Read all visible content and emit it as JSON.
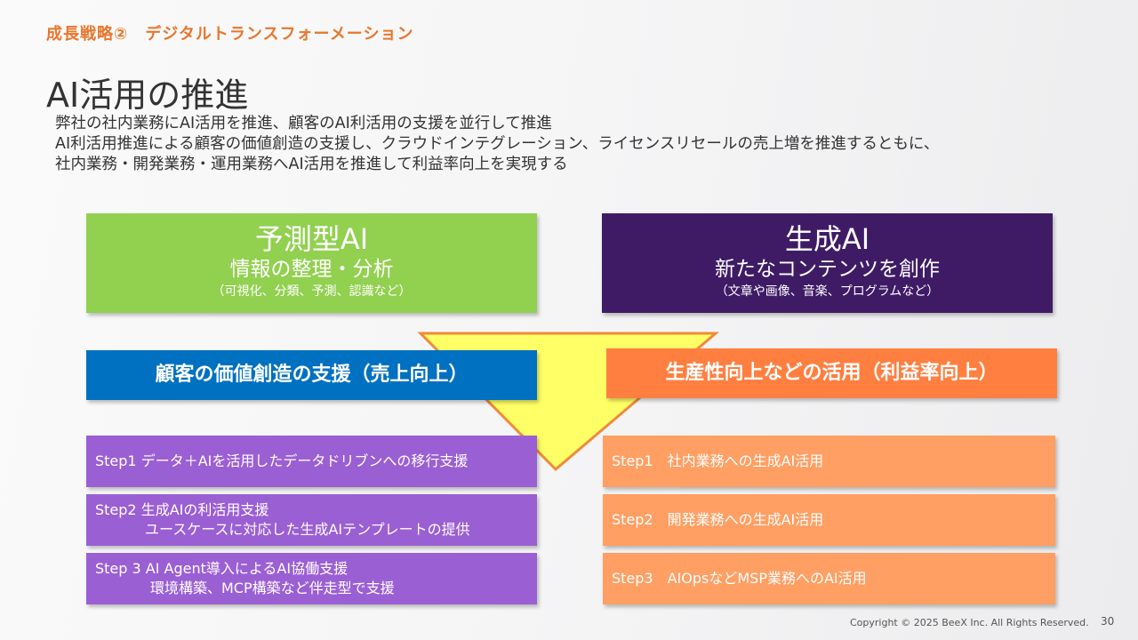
{
  "header": {
    "kicker": "成長戦略②　デジタルトランスフォーメーション",
    "title": "AI活用の推進",
    "desc": [
      "弊社の社内業務にAI活用を推進、顧客のAI利活用の支援を並行して推進",
      "AI利活用推進による顧客の価値創造の支援し、クラウドインテグレーション、ライセンスリセールの売上増を推進するともに、",
      "社内業務・開発業務・運用業務へAI活用を推進して利益率向上を実現する"
    ]
  },
  "left": {
    "title": "予測型AI",
    "subtitle": "情報の整理・分析",
    "note": "（可視化、分類、予測、認識など）",
    "band": "顧客の価値創造の支援（売上向上）",
    "steps": [
      {
        "l1": "Step1 データ＋AIを活用したデータドリブンへの移行支援"
      },
      {
        "l1": "Step2  生成AIの利活用支援",
        "l2": "ユースケースに対応した生成AIテンプレートの提供"
      },
      {
        "l1": "Step 3  AI Agent導入によるAI協働支援",
        "l2": "環境構築、MCP構築など伴走型で支援"
      }
    ]
  },
  "right": {
    "title": "生成AI",
    "subtitle": "新たなコンテンツを創作",
    "note": "（文章や画像、音楽、プログラムなど）",
    "band": "生産性向上などの活用（利益率向上）",
    "steps": [
      {
        "l1": "Step1　社内業務への生成AI活用"
      },
      {
        "l1": "Step2　開発業務への生成AI活用"
      },
      {
        "l1": "Step3　AIOpsなどMSP業務へのAI活用"
      }
    ]
  },
  "footer": {
    "copyright": "Copyright © 2025  BeeX Inc. All Rights Reserved.",
    "page": "30"
  },
  "colors": {
    "green": "#92d050",
    "purple_dark": "#3f1b66",
    "blue": "#0070c0",
    "orange": "#ff7f41",
    "step_purple": "#9b5fd4",
    "step_orange": "#ff9f63",
    "arrow": "#ffff66"
  }
}
